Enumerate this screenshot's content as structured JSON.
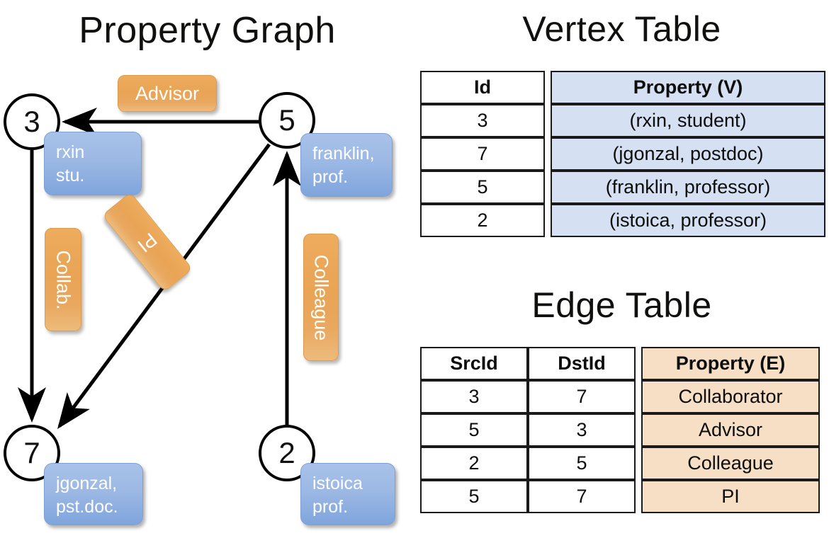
{
  "titles": {
    "property_graph": "Property Graph",
    "vertex_table": "Vertex Table",
    "edge_table": "Edge Table"
  },
  "graph": {
    "nodes": [
      {
        "id": "3",
        "name": "rxin",
        "role": "stu."
      },
      {
        "id": "5",
        "name": "franklin,",
        "role": "prof."
      },
      {
        "id": "7",
        "name": "jgonzal,",
        "role": "pst.doc."
      },
      {
        "id": "2",
        "name": "istoica",
        "role": "prof."
      }
    ],
    "edge_labels": {
      "advisor": "Advisor",
      "collab": "Collab.",
      "pi": "PI",
      "colleague": "Colleague"
    },
    "edges": [
      {
        "from": "5",
        "to": "3",
        "label": "Advisor"
      },
      {
        "from": "3",
        "to": "7",
        "label": "Collab."
      },
      {
        "from": "5",
        "to": "7",
        "label": "PI"
      },
      {
        "from": "2",
        "to": "5",
        "label": "Colleague"
      }
    ]
  },
  "vertex_table": {
    "headers": [
      "Id",
      "Property (V)"
    ],
    "rows": [
      {
        "id": "3",
        "property": "(rxin, student)"
      },
      {
        "id": "7",
        "property": "(jgonzal, postdoc)"
      },
      {
        "id": "5",
        "property": "(franklin, professor)"
      },
      {
        "id": "2",
        "property": "(istoica, professor)"
      }
    ]
  },
  "edge_table": {
    "headers": [
      "SrcId",
      "DstId",
      "Property (E)"
    ],
    "rows": [
      {
        "src": "3",
        "dst": "7",
        "property": "Collaborator"
      },
      {
        "src": "5",
        "dst": "3",
        "property": "Advisor"
      },
      {
        "src": "2",
        "dst": "5",
        "property": "Colleague"
      },
      {
        "src": "5",
        "dst": "7",
        "property": "PI"
      }
    ]
  },
  "colors": {
    "vertex_fill": "#d5e0f2",
    "edge_fill": "#f7dfc5",
    "node_box_blue": "#9cb8e4",
    "edge_label_orange": "#e9a455",
    "stroke": "#000000"
  }
}
